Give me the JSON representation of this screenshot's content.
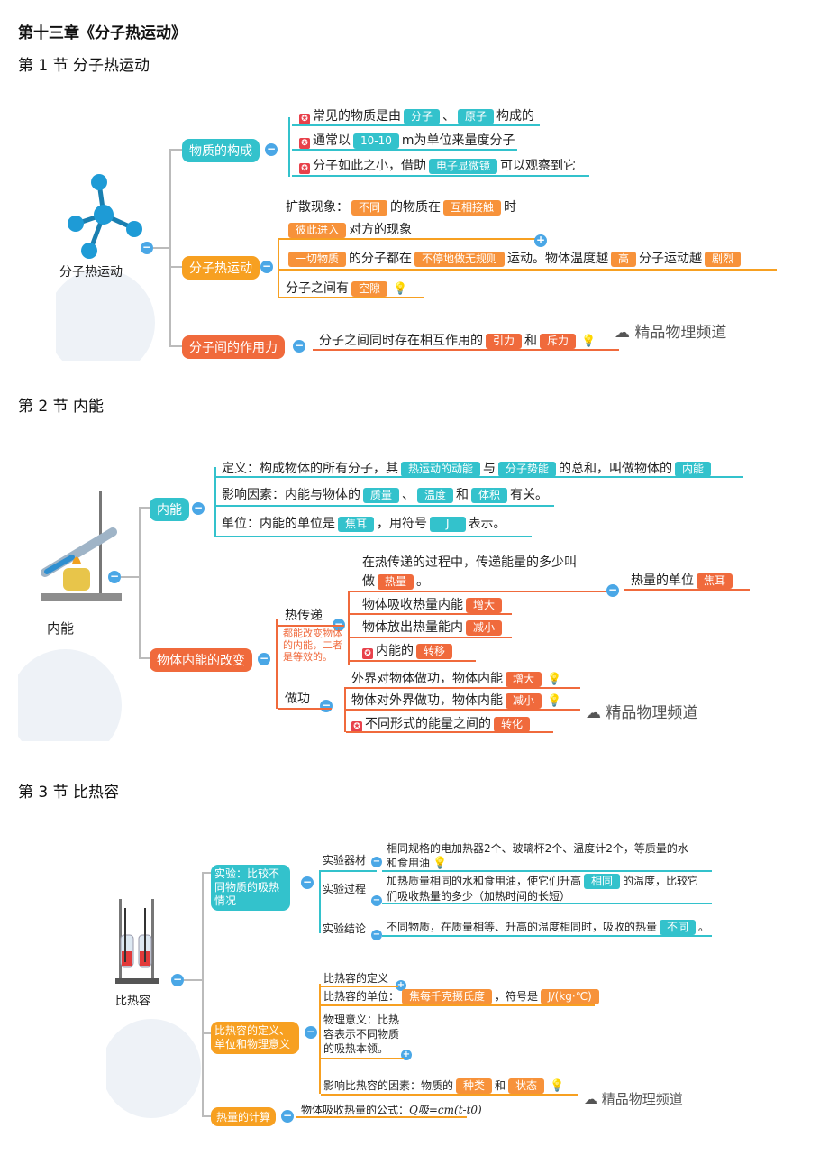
{
  "chapter_title": "第十三章《分子热运动》",
  "sections": [
    {
      "heading": "第 1 节  分子热运动",
      "root": "分子热运动",
      "branches": [
        {
          "label": "物质的构成",
          "lines": [
            {
              "pre": "常见的物质是由",
              "k1": "分子",
              "mid": "、",
              "k2": "原子",
              "post": "构成的"
            },
            {
              "pre": "通常以",
              "k1": "10-10",
              "post": "m为单位来量度分子"
            },
            {
              "pre": "分子如此之小，借助",
              "k1": "电子显微镜",
              "post": "可以观察到它"
            }
          ]
        },
        {
          "label": "分子热运动",
          "lines": [
            {
              "pre": "扩散现象：",
              "k1": "不同",
              "mid": "的物质在",
              "k2": "互相接触",
              "post": "时"
            },
            {
              "k1": "彼此进入",
              "post": "对方的现象"
            },
            {
              "k1": "一切物质",
              "mid": "的分子都在",
              "k2": "不停地做无规则",
              "post": "运动。物体温度越",
              "k3": "高",
              "post2": "分子运动越",
              "k4": "剧烈"
            },
            {
              "pre": "分子之间有",
              "k1": "空隙"
            }
          ]
        },
        {
          "label": "分子间的作用力",
          "lines": [
            {
              "pre": "分子之间同时存在相互作用的",
              "k1": "引力",
              "mid": "和",
              "k2": "斥力"
            }
          ]
        }
      ],
      "watermark": "精品物理频道"
    },
    {
      "heading": "第 2 节  内能",
      "root": "内能",
      "branches": [
        {
          "label": "内能",
          "lines": [
            {
              "pre": "定义：构成物体的所有分子，其",
              "k1": "热运动的动能",
              "mid": "与",
              "k2": "分子势能",
              "post": "的总和，叫做物体的",
              "k3": "内能"
            },
            {
              "pre": "影响因素：内能与物体的",
              "k1": "质量",
              "mid": "、",
              "k2": "温度",
              "mid2": "和",
              "k3": "体积",
              "post": "有关。"
            },
            {
              "pre": "单位：内能的单位是",
              "k1": "焦耳",
              "mid": "，用符号",
              "k2": "J",
              "post": "表示。"
            }
          ]
        },
        {
          "label": "物体内能的改变",
          "note": "都能改变物体的内能，二者是等效的。",
          "sub1": "热传递",
          "heat_lines": [
            {
              "pre": "在热传递的过程中，传递能量的多少叫",
              "pre2": "做",
              "k1": "热量",
              "post": "。",
              "side": "热量的单位",
              "side_k": "焦耳"
            },
            {
              "pre": "物体吸收热量内能",
              "k1": "增大"
            },
            {
              "pre": "物体放出热量能内",
              "k1": "减小"
            },
            {
              "pre": "内能的",
              "k1": "转移"
            }
          ],
          "sub2": "做功",
          "work_lines": [
            {
              "pre": "外界对物体做功，物体内能",
              "k1": "增大"
            },
            {
              "pre": "物体对外界做功，物体内能",
              "k1": "减小"
            },
            {
              "pre": "不同形式的能量之间的",
              "k1": "转化"
            }
          ]
        }
      ],
      "watermark": "精品物理频道"
    },
    {
      "heading": "第 3 节  比热容",
      "root": "比热容",
      "branches": [
        {
          "label": "实验：比较不同物质的吸热情况",
          "items": [
            {
              "name": "实验器材",
              "text1": "相同规格的电加热器2个、玻璃杯2个、温度计2个，等质量的水",
              "text2": "和食用油"
            },
            {
              "name": "实验过程",
              "text1": "加热质量相同的水和食用油，使它们升高",
              "k1": "相同",
              "text1b": "的温度，比较它",
              "text2": "们吸收热量的多少（加热时间的长短）"
            },
            {
              "name": "实验结论",
              "text1": "不同物质，在质量相等、升高的温度相同时，吸收的热量",
              "k1": "不同",
              "text1b": "。"
            }
          ]
        },
        {
          "label": "比热容的定义、单位和物理意义",
          "items": [
            {
              "text": "比热容的定义"
            },
            {
              "pre": "比热容的单位：",
              "k1": "焦每千克摄氏度",
              "mid": "，符号是",
              "k2": "J/(kg·℃)"
            },
            {
              "text": "物理意义：比热容表示不同物质的吸热本领。",
              "l1": "物理意义：比热",
              "l2": "容表示不同物质",
              "l3": "的吸热本领。"
            },
            {
              "pre": "影响比热容的因素：物质的",
              "k1": "种类",
              "mid": "和",
              "k2": "状态"
            }
          ]
        },
        {
          "label": "热量的计算",
          "formula_pre": "物体吸收热量的公式：",
          "formula": "Q吸=cm(t-t0)"
        }
      ],
      "watermark": "精品物理频道"
    }
  ],
  "colors": {
    "cyan": "#33c2cc",
    "orange": "#f7a021",
    "red": "#f06a3c",
    "star": "#e8414b"
  }
}
